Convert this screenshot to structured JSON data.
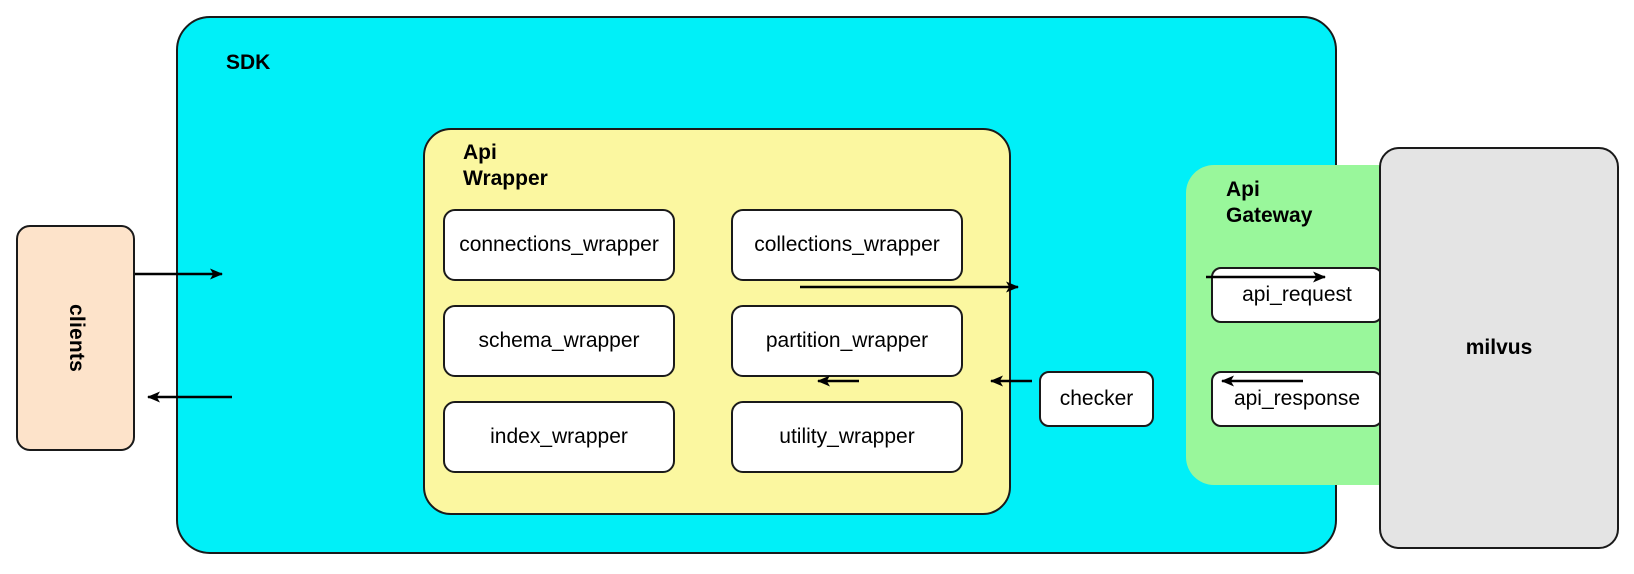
{
  "diagram": {
    "title": "Milvus SDK test framework architecture",
    "colors": {
      "clients_fill": "#fde3ca",
      "sdk_fill": "#00f0f8",
      "api_wrapper_fill": "#fbf7a0",
      "api_gateway_fill": "#99f79b",
      "milvus_fill": "#e4e4e4",
      "card_fill": "#ffffff",
      "stroke": "#1a1a1a"
    }
  },
  "clients": {
    "label": "clients"
  },
  "sdk": {
    "label": "SDK"
  },
  "api_wrapper": {
    "label": "Api\nWrapper",
    "cards": [
      {
        "label": "connections_wrapper"
      },
      {
        "label": "collections_wrapper"
      },
      {
        "label": "schema_wrapper"
      },
      {
        "label": "partition_wrapper"
      },
      {
        "label": "index_wrapper"
      },
      {
        "label": "utility_wrapper"
      }
    ]
  },
  "checker": {
    "label": "checker"
  },
  "api_gateway": {
    "label": "Api\nGateway",
    "cards": [
      {
        "label": "api_request"
      },
      {
        "label": "api_response"
      }
    ]
  },
  "milvus": {
    "label": "milvus"
  },
  "flows": [
    {
      "name": "clients-to-api-wrapper",
      "from": "clients",
      "to": "api_wrapper",
      "direction": "right"
    },
    {
      "name": "api-wrapper-to-api-request",
      "from": "api_wrapper",
      "to": "api_request",
      "direction": "right"
    },
    {
      "name": "api-request-to-milvus",
      "from": "api_request",
      "to": "milvus",
      "direction": "right"
    },
    {
      "name": "milvus-to-api-response",
      "from": "milvus",
      "to": "api_response",
      "direction": "left"
    },
    {
      "name": "api-response-to-checker",
      "from": "api_response",
      "to": "checker",
      "direction": "left"
    },
    {
      "name": "checker-to-api-wrapper",
      "from": "checker",
      "to": "api_wrapper",
      "direction": "left"
    },
    {
      "name": "sdk-to-clients",
      "from": "sdk",
      "to": "clients",
      "direction": "left"
    }
  ]
}
